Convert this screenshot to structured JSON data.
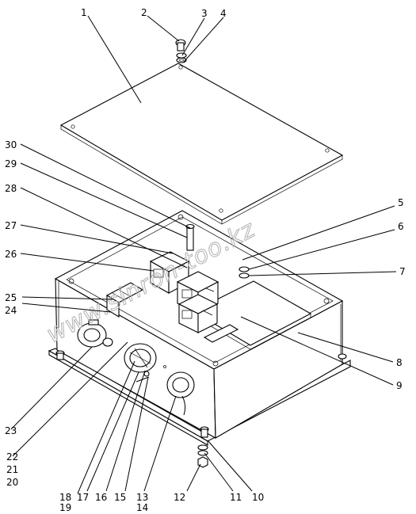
{
  "figure": {
    "watermark": "www.sinron-too.kz",
    "callouts": [
      "1",
      "2",
      "3",
      "4",
      "5",
      "6",
      "7",
      "8",
      "9",
      "10",
      "11",
      "12",
      "13",
      "14",
      "15",
      "16",
      "17",
      "18",
      "19",
      "20",
      "21",
      "22",
      "23",
      "24",
      "25",
      "26",
      "27",
      "28",
      "29",
      "30"
    ]
  }
}
